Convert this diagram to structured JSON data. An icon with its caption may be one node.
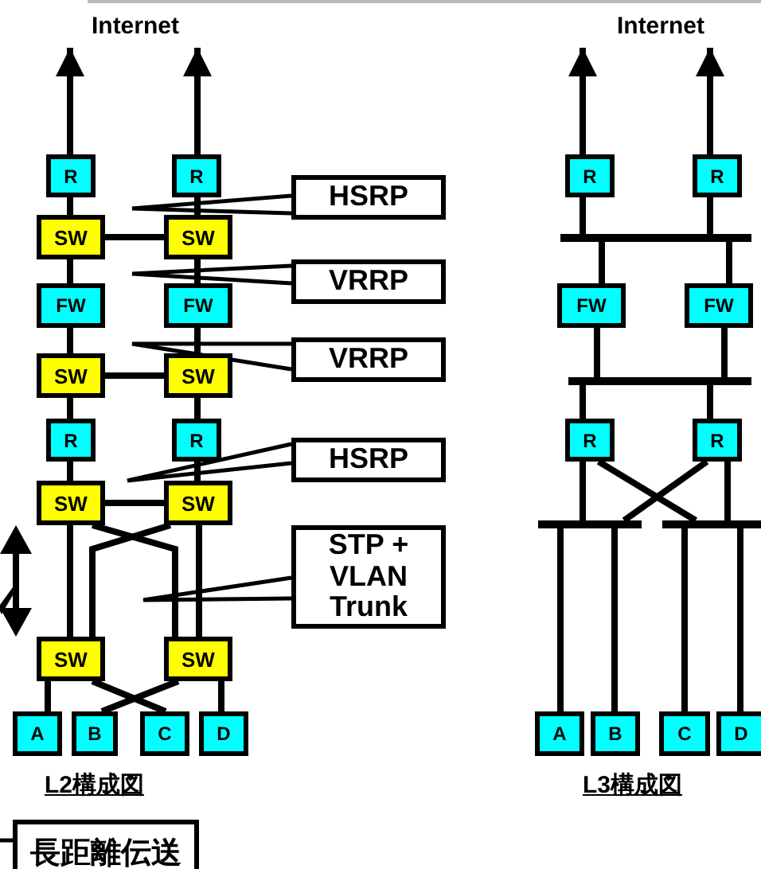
{
  "diagram": {
    "nodes": [
      {
        "text": [
          "Internet"
        ]
      },
      {
        "text": [
          "R"
        ]
      },
      {
        "text": [
          "R"
        ]
      },
      {
        "text": [
          "SW"
        ]
      },
      {
        "text": [
          "SW"
        ]
      },
      {
        "text": [
          "FW"
        ]
      },
      {
        "text": [
          "FW"
        ]
      },
      {
        "text": [
          "SW"
        ]
      },
      {
        "text": [
          "SW"
        ]
      },
      {
        "text": [
          "R"
        ]
      },
      {
        "text": [
          "R"
        ]
      },
      {
        "text": [
          "SW"
        ]
      },
      {
        "text": [
          "SW"
        ]
      },
      {
        "text": [
          "SW"
        ]
      },
      {
        "text": [
          "SW"
        ]
      },
      {
        "text": [
          "A"
        ]
      },
      {
        "text": [
          "B"
        ]
      },
      {
        "text": [
          "C"
        ]
      },
      {
        "text": [
          "D"
        ]
      },
      {
        "text": [
          "HSRP"
        ]
      },
      {
        "text": [
          "VRRP"
        ]
      },
      {
        "text": [
          "VRRP"
        ]
      },
      {
        "text": [
          "HSRP"
        ]
      },
      {
        "text": [
          "STP + VLAN Trunk"
        ]
      },
      {
        "text": [
          "長距離伝送"
        ]
      },
      {
        "text": [
          "Internet"
        ]
      },
      {
        "text": [
          "R"
        ]
      },
      {
        "text": [
          "R"
        ]
      },
      {
        "text": [],
        "shape": "bar"
      },
      {
        "text": [
          "FW"
        ]
      },
      {
        "text": [
          "FW"
        ]
      },
      {
        "text": [],
        "shape": "bar"
      },
      {
        "text": [
          "R"
        ]
      },
      {
        "text": [
          "R"
        ]
      },
      {
        "text": [],
        "shape": "bar"
      },
      {
        "text": [],
        "shape": "bar"
      },
      {
        "text": [
          "A"
        ]
      },
      {
        "text": [
          "B"
        ]
      },
      {
        "text": [
          "C"
        ]
      },
      {
        "text": [
          "D"
        ]
      }
    ],
    "edges": [
      {
        "from": 1,
        "to": 0,
        "arrow": "to"
      },
      {
        "from": 2,
        "to": 0,
        "arrow": "to"
      },
      {
        "from": 1,
        "to": 3,
        "arrow": "none"
      },
      {
        "from": 2,
        "to": 4,
        "arrow": "none"
      },
      {
        "from": 3,
        "to": 4,
        "arrow": "none"
      },
      {
        "from": 3,
        "to": 5,
        "arrow": "none"
      },
      {
        "from": 4,
        "to": 6,
        "arrow": "none"
      },
      {
        "from": 5,
        "to": 7,
        "arrow": "none"
      },
      {
        "from": 6,
        "to": 8,
        "arrow": "none"
      },
      {
        "from": 7,
        "to": 8,
        "arrow": "none"
      },
      {
        "from": 7,
        "to": 9,
        "arrow": "none"
      },
      {
        "from": 8,
        "to": 10,
        "arrow": "none"
      },
      {
        "from": 9,
        "to": 11,
        "arrow": "none"
      },
      {
        "from": 10,
        "to": 12,
        "arrow": "none"
      },
      {
        "from": 11,
        "to": 12,
        "arrow": "none"
      },
      {
        "from": 11,
        "to": 13,
        "arrow": "none"
      },
      {
        "from": 11,
        "to": 14,
        "arrow": "none"
      },
      {
        "from": 12,
        "to": 13,
        "arrow": "none"
      },
      {
        "from": 12,
        "to": 14,
        "arrow": "none"
      },
      {
        "from": 13,
        "to": 15,
        "arrow": "none"
      },
      {
        "from": 13,
        "to": 17,
        "arrow": "none"
      },
      {
        "from": 14,
        "to": 16,
        "arrow": "none"
      },
      {
        "from": 14,
        "to": 18,
        "arrow": "none"
      },
      {
        "from": 19,
        "to": null,
        "arrow": "none"
      },
      {
        "from": 20,
        "to": null,
        "arrow": "none"
      },
      {
        "from": 21,
        "to": null,
        "arrow": "none"
      },
      {
        "from": 22,
        "to": null,
        "arrow": "none"
      },
      {
        "from": 23,
        "to": null,
        "arrow": "none"
      },
      {
        "from": 24,
        "to": null,
        "arrow": "none"
      },
      {
        "from": 26,
        "to": 25,
        "arrow": "to"
      },
      {
        "from": 27,
        "to": 25,
        "arrow": "to"
      },
      {
        "from": 26,
        "to": 28,
        "arrow": "none"
      },
      {
        "from": 27,
        "to": 28,
        "arrow": "none"
      },
      {
        "from": 28,
        "to": 29,
        "arrow": "none"
      },
      {
        "from": 28,
        "to": 30,
        "arrow": "none"
      },
      {
        "from": 29,
        "to": 31,
        "arrow": "none"
      },
      {
        "from": 30,
        "to": 31,
        "arrow": "none"
      },
      {
        "from": 31,
        "to": 32,
        "arrow": "none"
      },
      {
        "from": 31,
        "to": 33,
        "arrow": "none"
      },
      {
        "from": 32,
        "to": 34,
        "arrow": "none"
      },
      {
        "from": 32,
        "to": 35,
        "arrow": "none"
      },
      {
        "from": 33,
        "to": 34,
        "arrow": "none"
      },
      {
        "from": 33,
        "to": 35,
        "arrow": "none"
      },
      {
        "from": 34,
        "to": 36,
        "arrow": "none"
      },
      {
        "from": 34,
        "to": 37,
        "arrow": "none"
      },
      {
        "from": 35,
        "to": 38,
        "arrow": "none"
      },
      {
        "from": 35,
        "to": 39,
        "arrow": "none"
      }
    ],
    "labels": [
      "L2構成図",
      "L3構成図"
    ]
  }
}
